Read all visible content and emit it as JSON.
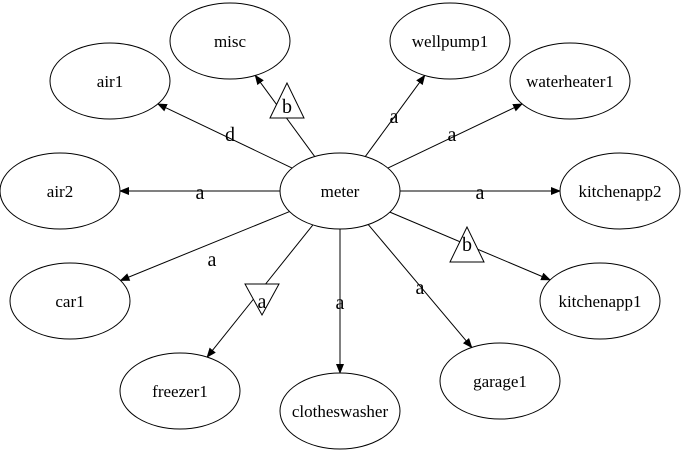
{
  "center": {
    "id": "meter",
    "label": "meter"
  },
  "nodes": [
    {
      "id": "misc",
      "label": "misc"
    },
    {
      "id": "air1",
      "label": "air1"
    },
    {
      "id": "air2",
      "label": "air2"
    },
    {
      "id": "car1",
      "label": "car1"
    },
    {
      "id": "freezer1",
      "label": "freezer1"
    },
    {
      "id": "clotheswasher",
      "label": "clotheswasher"
    },
    {
      "id": "garage1",
      "label": "garage1"
    },
    {
      "id": "kitchenapp1",
      "label": "kitchenapp1"
    },
    {
      "id": "kitchenapp2",
      "label": "kitchenapp2"
    },
    {
      "id": "waterheater1",
      "label": "waterheater1"
    },
    {
      "id": "wellpump1",
      "label": "wellpump1"
    }
  ],
  "edges": [
    {
      "to": "misc",
      "label": "b",
      "marker": "triangle-up"
    },
    {
      "to": "air1",
      "label": "d",
      "marker": "none"
    },
    {
      "to": "air2",
      "label": "a",
      "marker": "none"
    },
    {
      "to": "car1",
      "label": "a",
      "marker": "none"
    },
    {
      "to": "freezer1",
      "label": "a",
      "marker": "triangle-down"
    },
    {
      "to": "clotheswasher",
      "label": "a",
      "marker": "none"
    },
    {
      "to": "garage1",
      "label": "a",
      "marker": "none"
    },
    {
      "to": "kitchenapp1",
      "label": "b",
      "marker": "triangle-up"
    },
    {
      "to": "kitchenapp2",
      "label": "a",
      "marker": "none"
    },
    {
      "to": "waterheater1",
      "label": "a",
      "marker": "none"
    },
    {
      "to": "wellpump1",
      "label": "a",
      "marker": "none"
    }
  ]
}
